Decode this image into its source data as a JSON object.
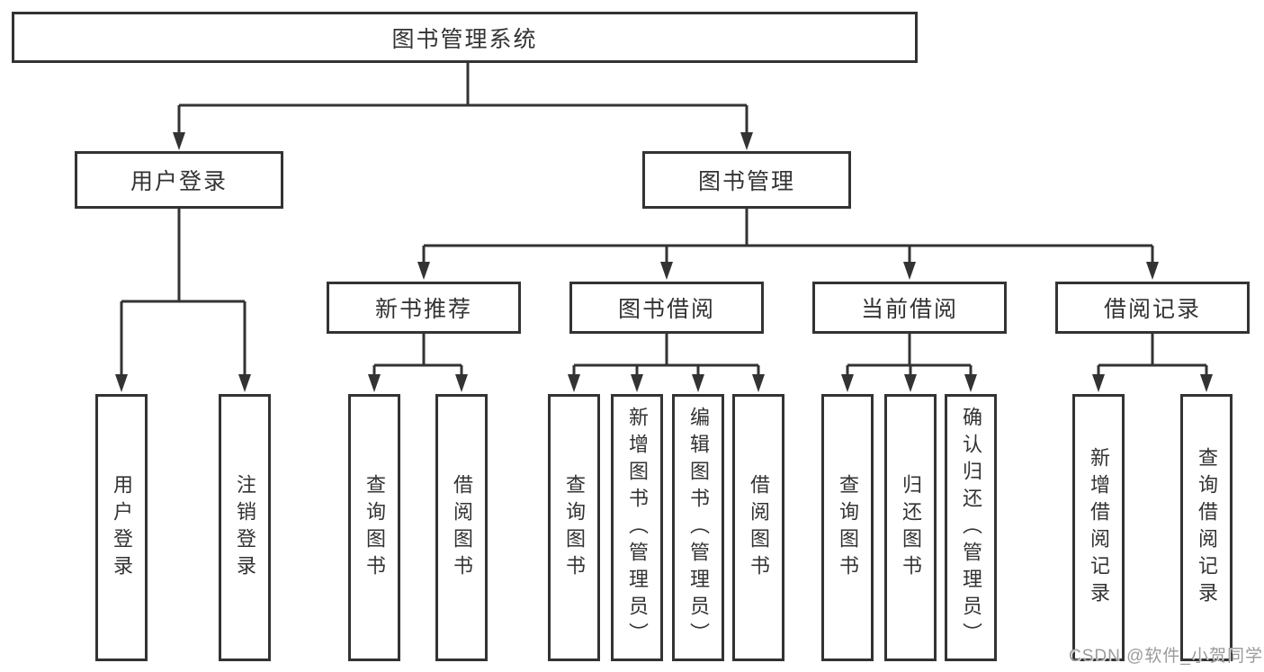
{
  "tree": {
    "root": "图书管理系统",
    "children": [
      {
        "label": "用户登录",
        "children": [
          "用户登录",
          "注销登录"
        ]
      },
      {
        "label": "图书管理",
        "children": [
          {
            "label": "新书推荐",
            "children": [
              "查询图书",
              "借阅图书"
            ]
          },
          {
            "label": "图书借阅",
            "children": [
              "查询图书",
              "新增图书（管理员）",
              "编辑图书（管理员）",
              "借阅图书"
            ]
          },
          {
            "label": "当前借阅",
            "children": [
              "查询图书",
              "归还图书",
              "确认归还（管理员）"
            ]
          },
          {
            "label": "借阅记录",
            "children": [
              "新增借阅记录",
              "查询借阅记录"
            ]
          }
        ]
      }
    ]
  },
  "watermark": {
    "text": "CSDN @软件_小贺同学"
  },
  "colors": {
    "line": "#333333",
    "box_border": "#333333",
    "text": "#333333",
    "watermark": "#9b9b9b",
    "background": "#ffffff"
  }
}
